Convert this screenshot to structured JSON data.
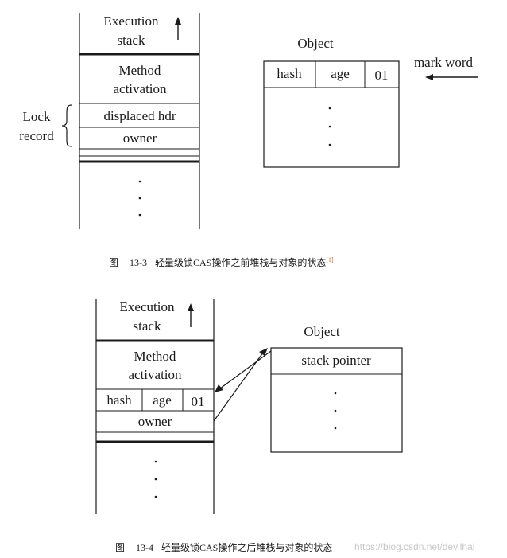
{
  "colors": {
    "line": "#1a1a1a",
    "background": "#ffffff",
    "watermark": "#c8c8c8",
    "footnote": "#c07030"
  },
  "figure1": {
    "stack_title_line1": "Execution",
    "stack_title_line2": "stack",
    "method_line1": "Method",
    "method_line2": "activation",
    "displaced_hdr": "displaced hdr",
    "owner": "owner",
    "lock_line1": "Lock",
    "lock_line2": "record",
    "object_title": "Object",
    "hash": "hash",
    "age": "age",
    "bits": "01",
    "mark_word": "mark word",
    "caption_fig": "图",
    "caption_num": "13-3",
    "caption_text": "轻量级锁CAS操作之前堆栈与对象的状态",
    "caption_footnote": "[1]"
  },
  "figure2": {
    "stack_title_line1": "Execution",
    "stack_title_line2": "stack",
    "method_line1": "Method",
    "method_line2": "activation",
    "hash": "hash",
    "age": "age",
    "bits": "01",
    "owner": "owner",
    "object_title": "Object",
    "stack_pointer": "stack pointer",
    "caption_fig": "图",
    "caption_num": "13-4",
    "caption_text": "轻量级锁CAS操作之后堆栈与对象的状态"
  },
  "watermark": "https://blog.csdn.net/devilhai"
}
